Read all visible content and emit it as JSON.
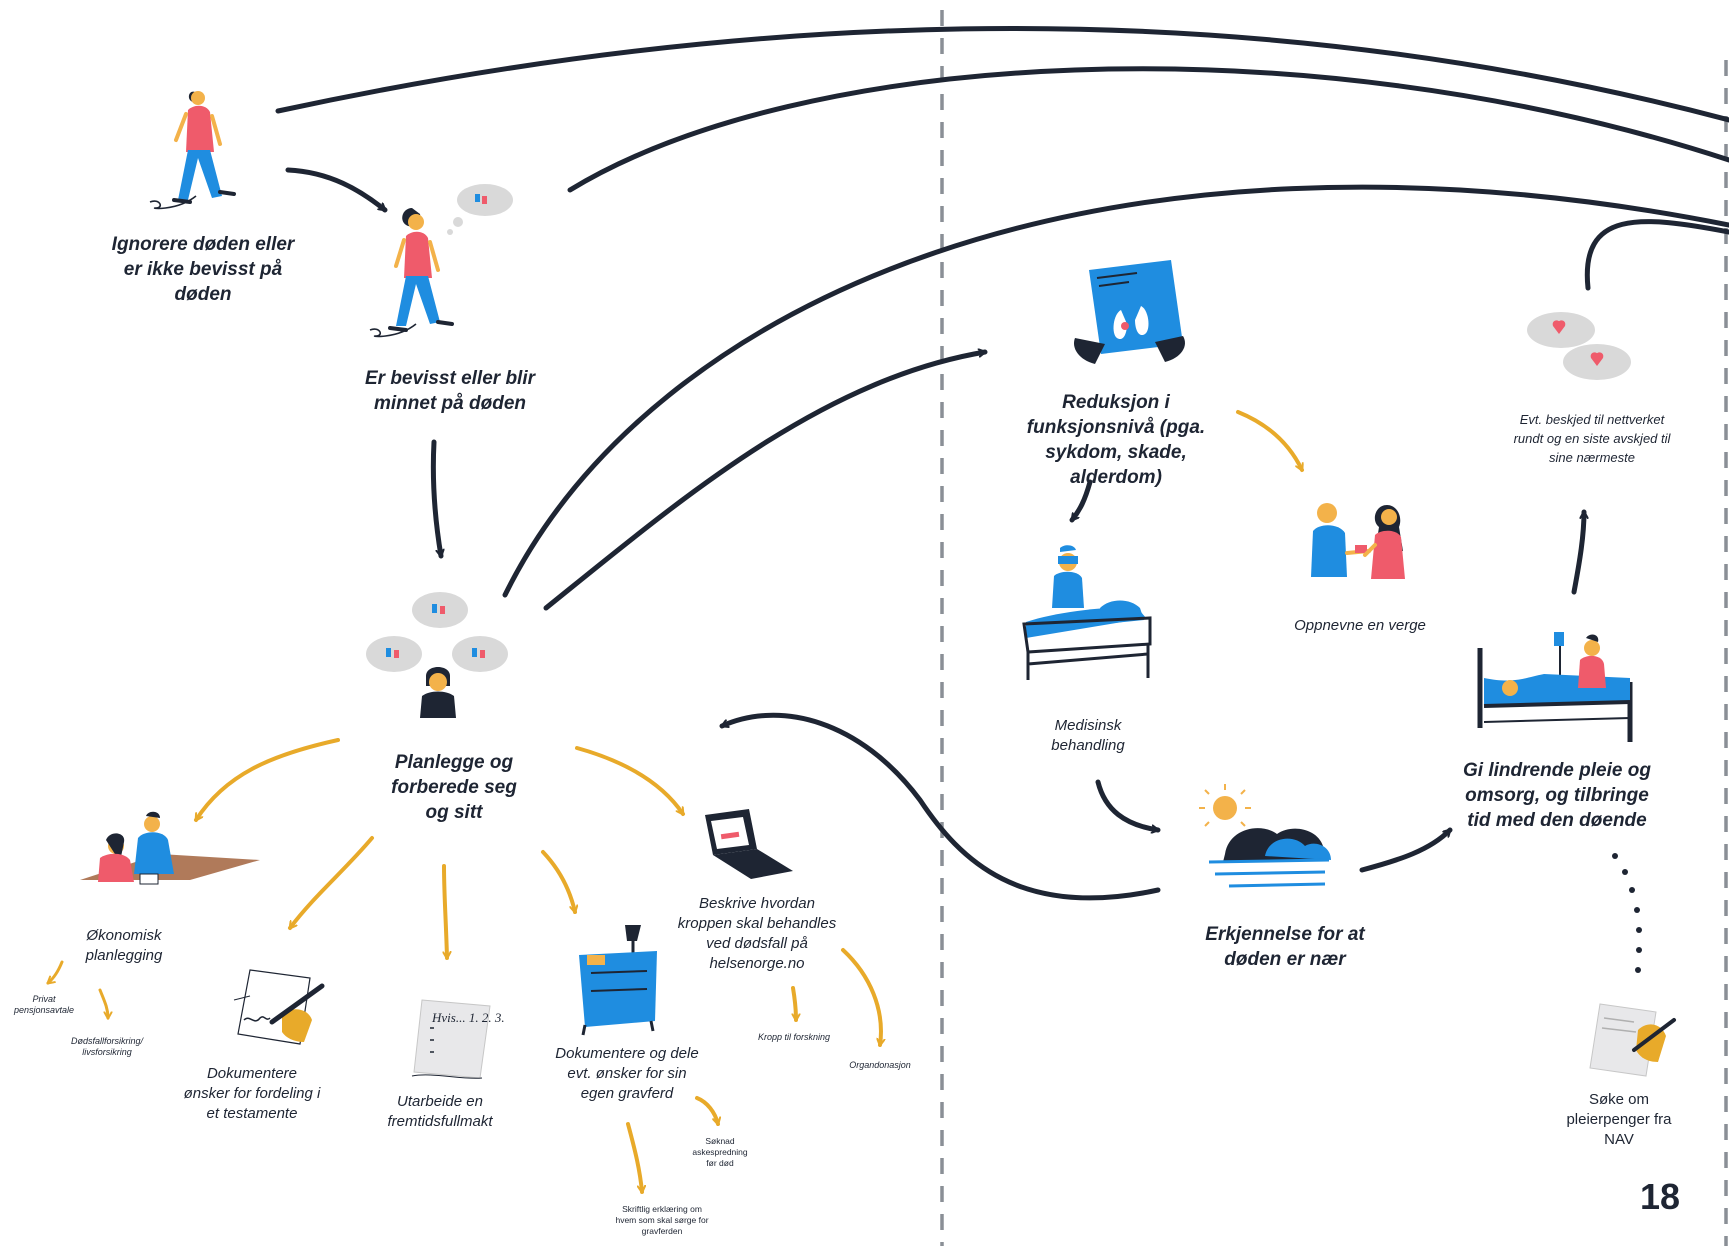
{
  "labels": {
    "ignore": "Ignorere døden eller er ikke bevisst på døden",
    "aware": "Er bevisst eller blir minnet på døden",
    "plan": "Planlegge og forberede seg og sitt",
    "economic": "Økonomisk planlegging",
    "pension": "Privat pensjonsavtale",
    "insurance": "Dødsfallforsikring/ livsforsikring",
    "testament": "Dokumentere ønsker for fordeling i et testamente",
    "fullmakt": "Utarbeide en fremtidsfullmakt",
    "funeral": "Dokumentere og dele evt. ønsker for sin egen gravferd",
    "ash": "Søknad askespredning før død",
    "written": "Skriftlig erklæring om hvem som skal sørge for gravferden",
    "body": "Beskrive hvordan kroppen skal behandles ved dødsfall på helsenorge.no",
    "research": "Kropp til forskning",
    "organ": "Organdonasjon",
    "reduction": "Reduksjon i funksjonsnivå (pga. sykdom, skade, alderdom)",
    "medical": "Medisinsk behandling",
    "guardian": "Oppnevne en verge",
    "realization": "Erkjennelse for at døden er nær",
    "palliative": "Gi lindrende pleie og omsorg, og tilbringe tid med den døende",
    "farewell": "Evt. beskjed til nettverket rundt og en siste avskjed til sine nærmeste",
    "nav": "Søke om pleierpenger fra NAV"
  },
  "note_text": "Hvis... 1. 2. 3.",
  "page_number": "18",
  "colors": {
    "navy": "#1e2533",
    "blue": "#1f8de0",
    "pink": "#ef5b6b",
    "gold": "#e8aa2a",
    "cloud": "#d9d9d9",
    "brown": "#b07a5a",
    "skin": "#f3b24a"
  }
}
